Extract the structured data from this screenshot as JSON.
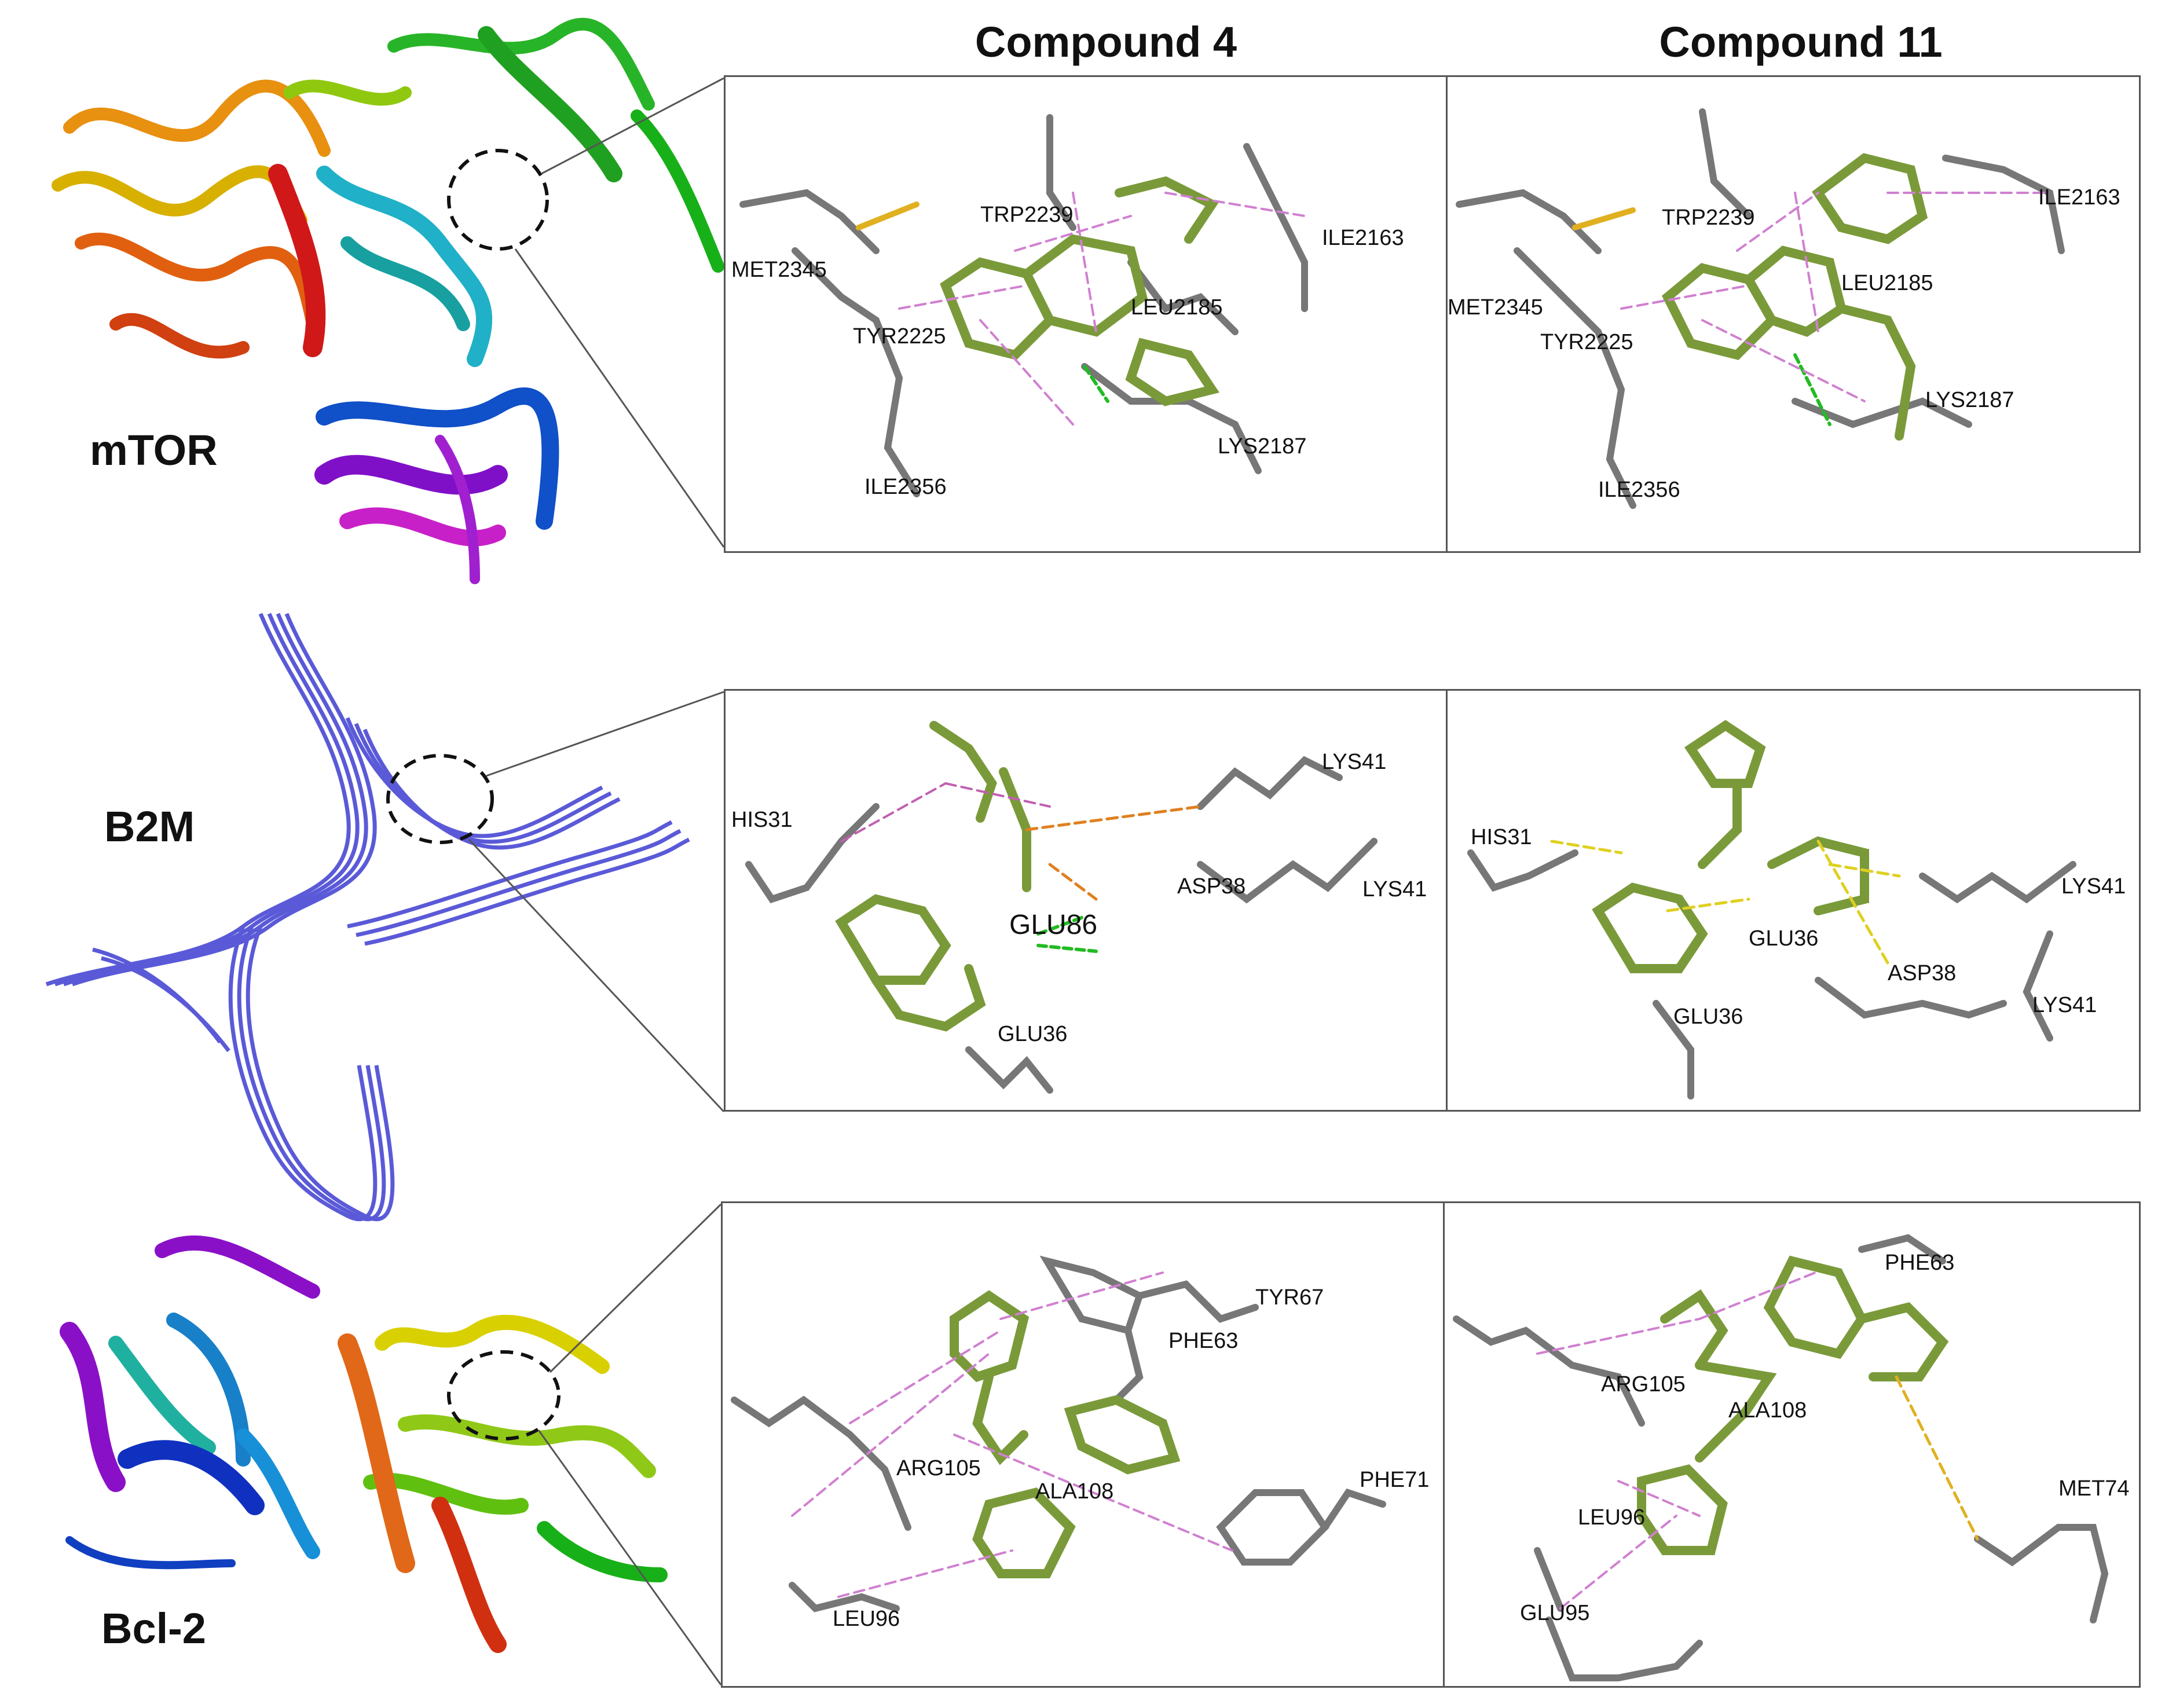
{
  "columns": [
    "Compound 4",
    "Compound 11"
  ],
  "proteins": [
    "mTOR",
    "B2M",
    "Bcl-2"
  ],
  "panels": {
    "mtor_c4": [
      "TRP2239",
      "ILE2163",
      "MET2345",
      "LEU2185",
      "TYR2225",
      "LYS2187",
      "ILE2356"
    ],
    "mtor_c11": [
      "TRP2239",
      "ILE2163",
      "MET2345",
      "LEU2185",
      "TYR2225",
      "LYS2187",
      "ILE2356"
    ],
    "b2m_c4": [
      "LYS41",
      "HIS31",
      "ASP38",
      "LYS41",
      "GLU86",
      "GLU36"
    ],
    "b2m_c11": [
      "HIS31",
      "LYS41",
      "GLU36",
      "ASP38",
      "LYS41",
      "GLU36"
    ],
    "bcl2_c4": [
      "TYR67",
      "PHE63",
      "ARG105",
      "ALA108",
      "PHE71",
      "LEU96"
    ],
    "bcl2_c11": [
      "PHE63",
      "ARG105",
      "ALA108",
      "MET74",
      "LEU96",
      "GLU95"
    ]
  },
  "colors": {
    "ligand": "#7a9a3a",
    "residue": "#777777",
    "nitrogen": "#5560c8",
    "oxygen": "#d42020",
    "sulfur": "#e0b020",
    "hbond": "#22bb22",
    "pi_alkyl": "#d080d0",
    "pi_sulfur": "#e0c020",
    "salt_bridge": "#e08020",
    "b2m_ribbon": "#5a5ad8"
  }
}
